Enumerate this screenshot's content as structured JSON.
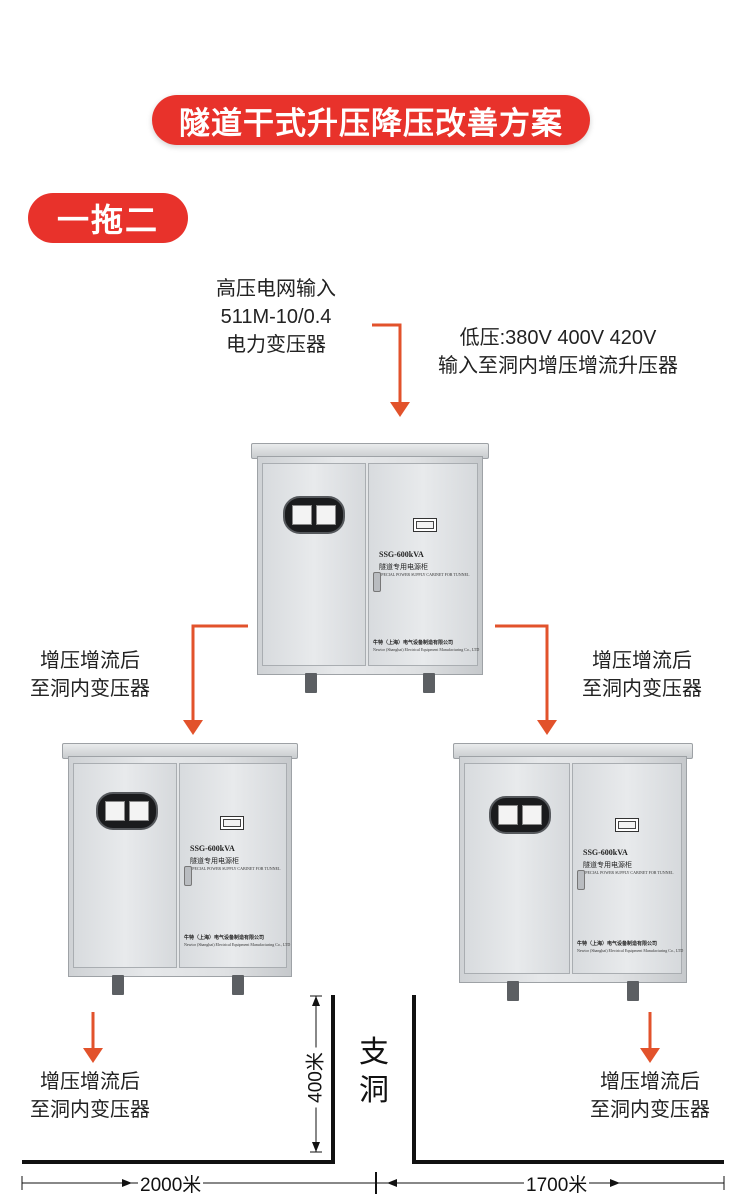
{
  "header": {
    "title": "隧道干式升压降压改善方案"
  },
  "badge": {
    "label": "一拖二"
  },
  "labels": {
    "input_grid": [
      "高压电网输入",
      "511M-10/0.4",
      "电力变压器"
    ],
    "low_voltage": [
      "低压:380V 400V 420V",
      "输入至洞内增压增流升压器"
    ],
    "left_mid": [
      "增压增流后",
      "至洞内变压器"
    ],
    "right_mid": [
      "增压增流后",
      "至洞内变压器"
    ],
    "left_bottom": [
      "增压增流后",
      "至洞内变压器"
    ],
    "right_bottom": [
      "增压增流后",
      "至洞内变压器"
    ]
  },
  "cabinet": {
    "model": "SSG-600kVA",
    "subtitle": "隧道专用电源柜",
    "subtitle_en": "SPECIAL POWER SUPPLY CABINET FOR TUNNEL",
    "company": "牛特（上海）电气设备制造有限公司",
    "company_en": "Newtor (Shanghai) Electrical Equipment Manufacturing Co., LTD"
  },
  "tunnel": {
    "branch_label": [
      "支",
      "洞"
    ],
    "dim_vertical": "400米",
    "dim_left": "2000米",
    "dim_right": "1700米"
  },
  "colors": {
    "accent": "#e8322b",
    "arrow": "#e2522b",
    "line": "#111111"
  }
}
